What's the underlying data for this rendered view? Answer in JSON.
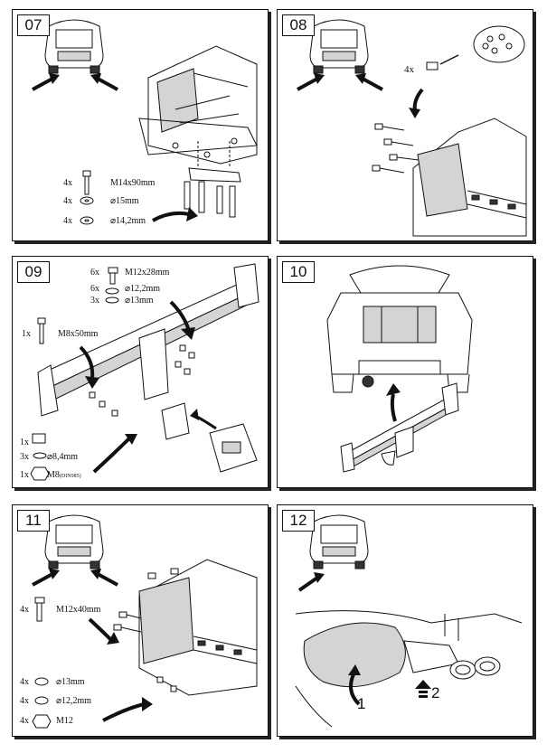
{
  "panels": [
    {
      "id": "07",
      "parts": [
        {
          "qty": "4x",
          "spec": "M14x90mm"
        },
        {
          "qty": "4x",
          "spec": "⌀15mm"
        },
        {
          "qty": "4x",
          "spec": "⌀14,2mm"
        }
      ]
    },
    {
      "id": "08",
      "parts": [
        {
          "qty": "4x"
        }
      ]
    },
    {
      "id": "09",
      "parts": [
        {
          "qty": "6x",
          "spec": "M12x28mm"
        },
        {
          "qty": "6x",
          "spec": "⌀12,2mm"
        },
        {
          "qty": "3x",
          "spec": "⌀13mm"
        },
        {
          "qty": "1x",
          "spec": "M8x50mm"
        },
        {
          "qty": "1x"
        },
        {
          "qty": "3x",
          "spec": "⌀8,4mm"
        },
        {
          "qty": "1x",
          "spec": "M8",
          "spec_sub": "(DIN985)"
        }
      ]
    },
    {
      "id": "10",
      "parts": []
    },
    {
      "id": "11",
      "parts": [
        {
          "qty": "4x",
          "spec": "M12x40mm"
        },
        {
          "qty": "4x",
          "spec": "⌀13mm"
        },
        {
          "qty": "4x",
          "spec": "⌀12,2mm"
        },
        {
          "qty": "4x",
          "spec": "M12"
        }
      ]
    },
    {
      "id": "12",
      "parts": [],
      "steps": [
        "1",
        "2"
      ]
    }
  ],
  "colors": {
    "line": "#111111",
    "shade": "#d4d4d4",
    "paper": "#ffffff"
  }
}
